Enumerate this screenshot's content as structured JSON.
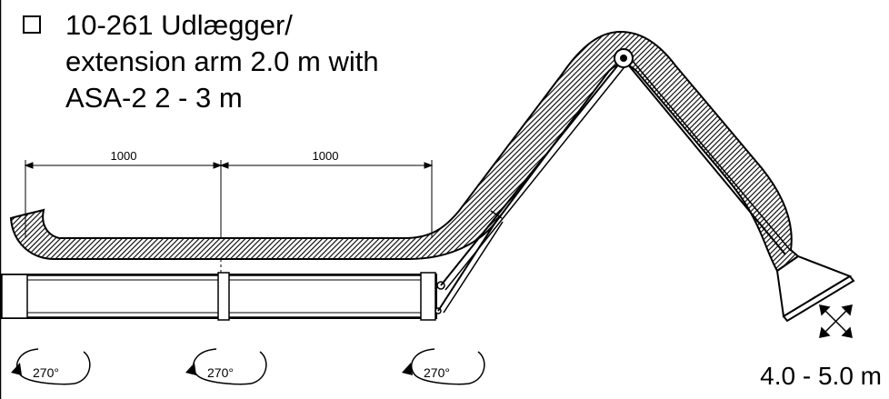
{
  "title": {
    "line1": "10-261 Udlægger/",
    "line2": "extension arm 2.0 m with",
    "line3": "ASA-2 2 - 3 m"
  },
  "dimensions": [
    {
      "label": "1000"
    },
    {
      "label": "1000"
    }
  ],
  "rotations": [
    {
      "label": "270°"
    },
    {
      "label": "270°"
    },
    {
      "label": "270°"
    }
  ],
  "reach_label": "4.0 - 5.0 m",
  "icons": {
    "checkbox": "checkbox-icon",
    "move": "move-arrows-icon",
    "rotate": "rotate-arrow-icon"
  }
}
